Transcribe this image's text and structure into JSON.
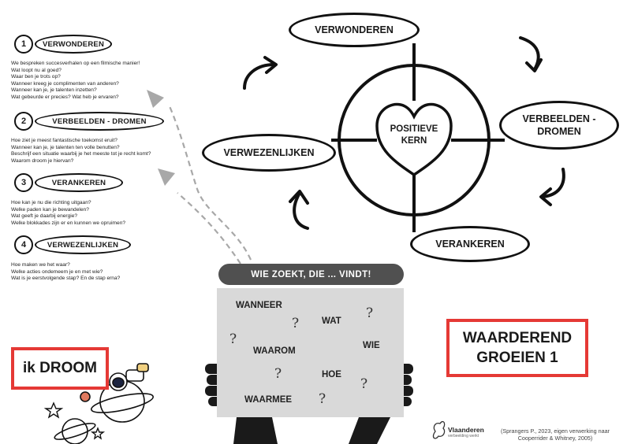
{
  "steps": [
    {
      "num": "1",
      "title": "VERWONDEREN",
      "lines": [
        "We bespreken succesverhalen op een filmische manier!",
        "Wat loopt nu al goed?",
        "Waar ben je trots op?",
        "Wanneer kreeg je complimenten van anderen?",
        "Wanneer kan je, je talenten inzetten?",
        "Wat gebeurde er precies? Wat heb je ervaren?"
      ]
    },
    {
      "num": "2",
      "title": "VERBEELDEN - DROMEN",
      "lines": [
        "Hoe ziet je meest fantastische toekomst eruit?",
        "Wanneer kan je, je talenten ten volle benutten?",
        "Beschrijf een situatie waarbij je het meeste tot je recht komt?",
        "Waarom droom je hiervan?"
      ]
    },
    {
      "num": "3",
      "title": "VERANKEREN",
      "lines": [
        "Hoe kan je nu die richting uitgaan?",
        "Welke paden kan je bewandelen?",
        "Wat geeft je daarbij energie?",
        "Welke blokkades zijn er en kunnen we opruimen?"
      ]
    },
    {
      "num": "4",
      "title": "VERWEZENLIJKEN",
      "lines": [
        "Hoe maken we het waar?",
        "Welke acties ondemeem je en met wie?",
        "Wat is je eerstvolgende stap? En de stap erna?"
      ]
    }
  ],
  "cycle": {
    "top": "VERWONDEREN",
    "right_line1": "VERBEELDEN -",
    "right_line2": "DROMEN",
    "bottom": "VERANKEREN",
    "left": "VERWEZENLIJKEN",
    "core_line1": "POSITIEVE",
    "core_line2": "KERN"
  },
  "sign": {
    "banner": "WIE ZOEKT, DIE ... VINDT!",
    "words": [
      "WANNEER",
      "WAT",
      "WIE",
      "WAAROM",
      "HOE",
      "WAARMEE"
    ]
  },
  "title_box": {
    "line1": "WAARDEREND",
    "line2": "GROEIEN 1"
  },
  "dream_box": "ik DROOM",
  "footer": {
    "logo_name": "Vlaanderen",
    "logo_tagline": "verbeelding werkt",
    "credit_line1": "(Sprangers P., 2023, eigen verwerking naar",
    "credit_line2": "Cooperrider & Whitney, 2005)"
  },
  "colors": {
    "accent_red": "#e53935",
    "banner_gray": "#505050",
    "board_gray": "#d9d9d9",
    "ink": "#111111"
  },
  "icons": [
    "heart-icon",
    "curved-arrow-icon",
    "dashed-arrow-icon",
    "question-mark-icon",
    "astronaut-illustration",
    "planet-icon",
    "star-icon",
    "flanders-lion-logo"
  ]
}
